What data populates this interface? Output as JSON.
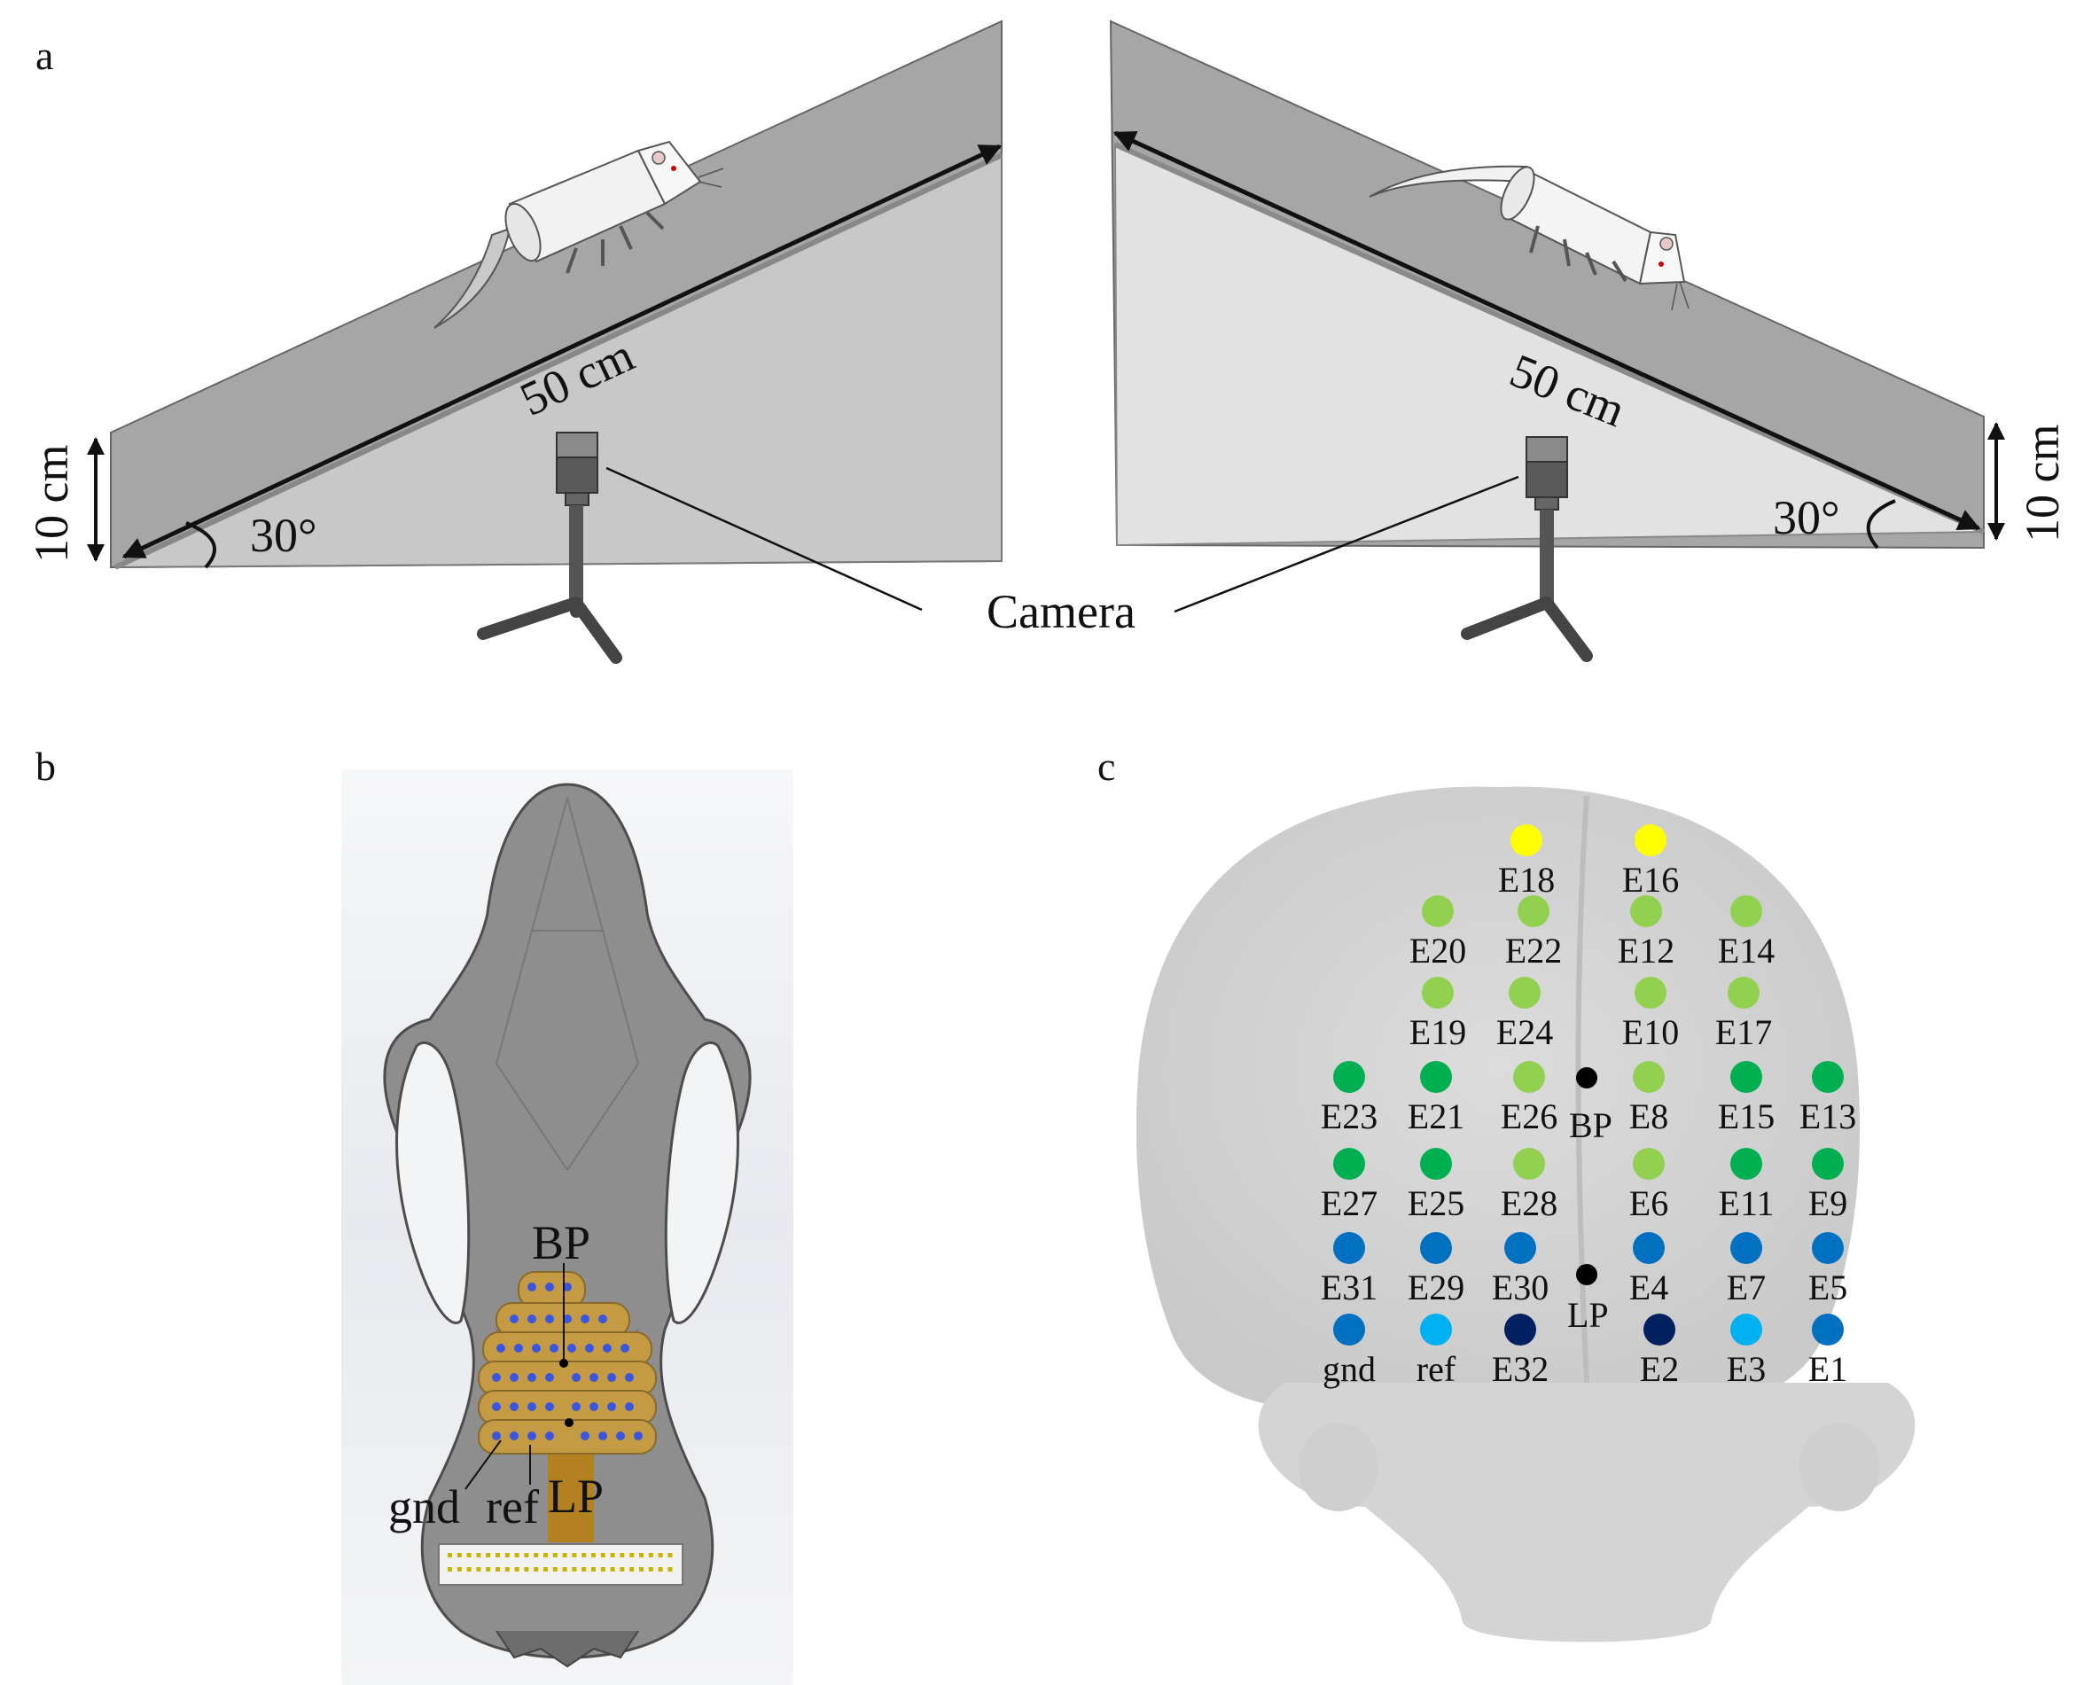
{
  "panels": {
    "a": {
      "label": "a",
      "left_ramp": {
        "length": "50 cm",
        "height": "10 cm",
        "angle": "30°"
      },
      "right_ramp": {
        "length": "50 cm",
        "height": "10 cm",
        "angle": "30°"
      },
      "camera_label": "Camera"
    },
    "b": {
      "label": "b",
      "labels": {
        "bp": "BP",
        "lp": "LP",
        "gnd": "gnd",
        "ref": "ref"
      }
    },
    "c": {
      "label": "c",
      "landmarks": {
        "bp": "BP",
        "lp": "LP"
      },
      "electrodes": [
        {
          "name": "E18",
          "color": "#ffff00"
        },
        {
          "name": "E16",
          "color": "#ffff00"
        },
        {
          "name": "E20",
          "color": "#92d050"
        },
        {
          "name": "E22",
          "color": "#92d050"
        },
        {
          "name": "E12",
          "color": "#92d050"
        },
        {
          "name": "E14",
          "color": "#92d050"
        },
        {
          "name": "E19",
          "color": "#92d050"
        },
        {
          "name": "E24",
          "color": "#92d050"
        },
        {
          "name": "E10",
          "color": "#92d050"
        },
        {
          "name": "E17",
          "color": "#92d050"
        },
        {
          "name": "E23",
          "color": "#00b050"
        },
        {
          "name": "E21",
          "color": "#00b050"
        },
        {
          "name": "E26",
          "color": "#92d050"
        },
        {
          "name": "E8",
          "color": "#92d050"
        },
        {
          "name": "E15",
          "color": "#00b050"
        },
        {
          "name": "E13",
          "color": "#00b050"
        },
        {
          "name": "E27",
          "color": "#00b050"
        },
        {
          "name": "E25",
          "color": "#00b050"
        },
        {
          "name": "E28",
          "color": "#92d050"
        },
        {
          "name": "E6",
          "color": "#92d050"
        },
        {
          "name": "E11",
          "color": "#00b050"
        },
        {
          "name": "E9",
          "color": "#00b050"
        },
        {
          "name": "E31",
          "color": "#0070c0"
        },
        {
          "name": "E29",
          "color": "#0070c0"
        },
        {
          "name": "E30",
          "color": "#0070c0"
        },
        {
          "name": "E4",
          "color": "#0070c0"
        },
        {
          "name": "E7",
          "color": "#0070c0"
        },
        {
          "name": "E5",
          "color": "#0070c0"
        },
        {
          "name": "gnd",
          "color": "#0070c0"
        },
        {
          "name": "ref",
          "color": "#00b0f0"
        },
        {
          "name": "E32",
          "color": "#002060"
        },
        {
          "name": "E2",
          "color": "#002060"
        },
        {
          "name": "E3",
          "color": "#00b0f0"
        },
        {
          "name": "E1",
          "color": "#0070c0"
        }
      ]
    }
  }
}
